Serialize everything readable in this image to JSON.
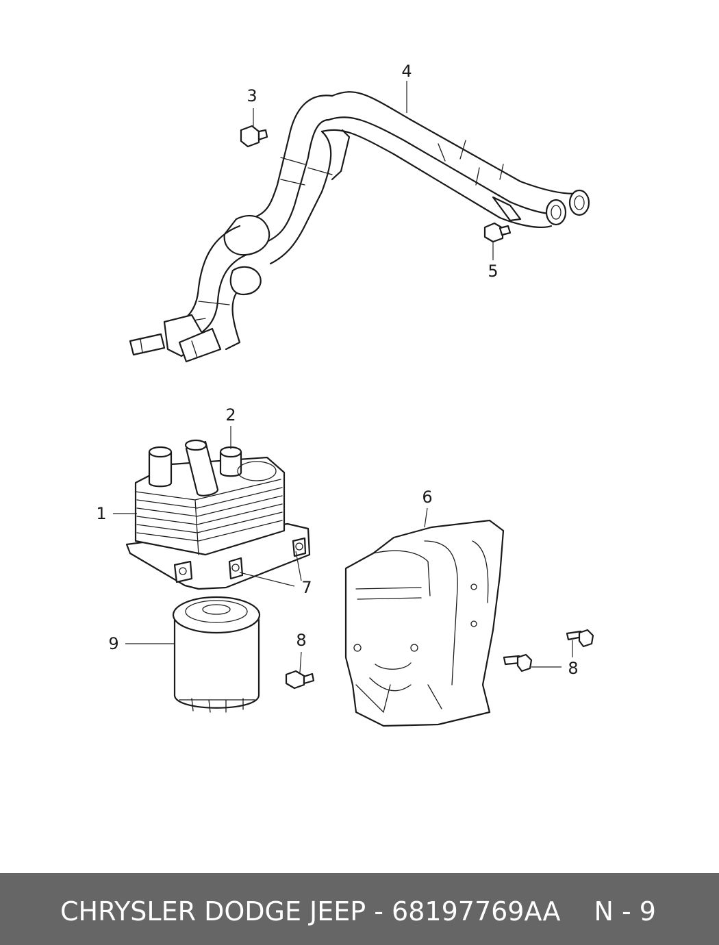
{
  "diagram": {
    "callouts": {
      "c1": "1",
      "c2": "2",
      "c3": "3",
      "c4": "4",
      "c5": "5",
      "c6": "6",
      "c7": "7",
      "c8a": "8",
      "c8b": "8",
      "c9": "9"
    }
  },
  "footer": {
    "title": "CHRYSLER DODGE JEEP - 68197769AA",
    "page": "N - 9"
  },
  "colors": {
    "footer_bg": "#666666",
    "footer_text": "#ffffff",
    "line": "#1a1a1a"
  }
}
